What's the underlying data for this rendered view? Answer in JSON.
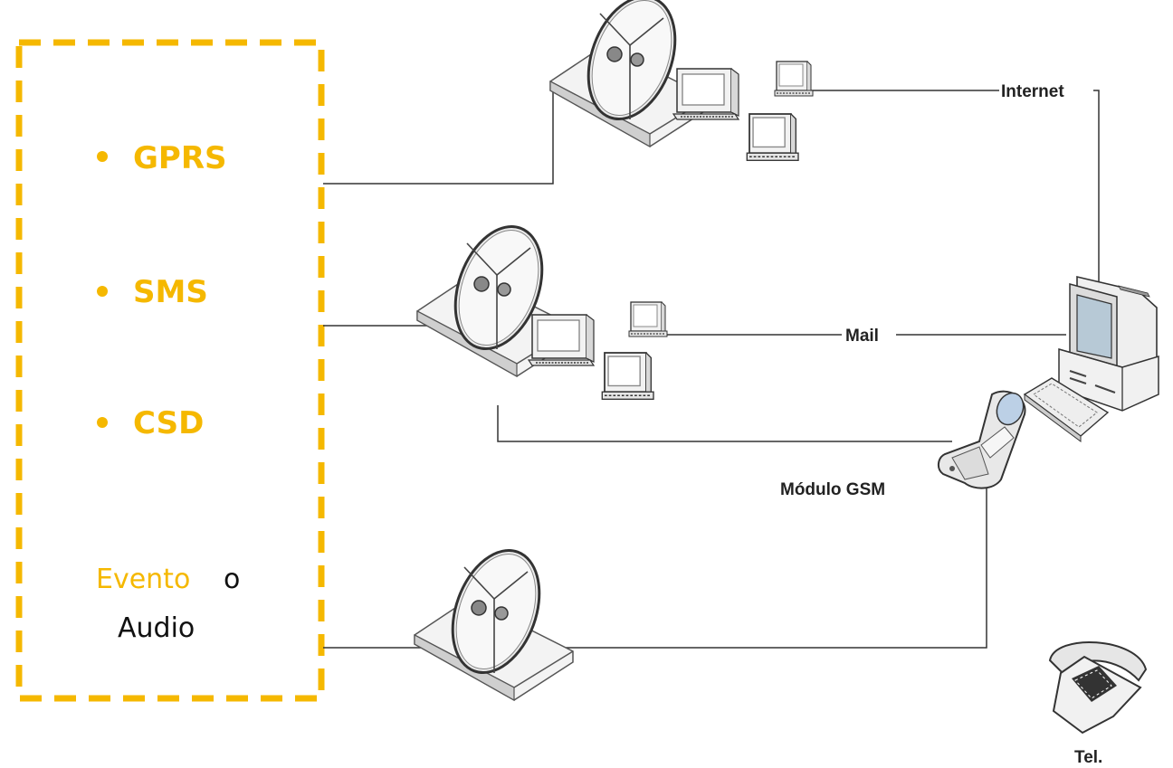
{
  "channels": {
    "items": [
      {
        "label": "GPRS"
      },
      {
        "label": "SMS"
      },
      {
        "label": "CSD"
      }
    ],
    "event": {
      "word1": "Evento",
      "word2": "o",
      "word3": "Audio"
    }
  },
  "links": {
    "internet": "Internet",
    "mail": "Mail",
    "gsm_module": "Módulo GSM",
    "telephone": "Tel."
  },
  "colors": {
    "accent": "#F5B800",
    "line": "#333333",
    "text": "#222222"
  }
}
